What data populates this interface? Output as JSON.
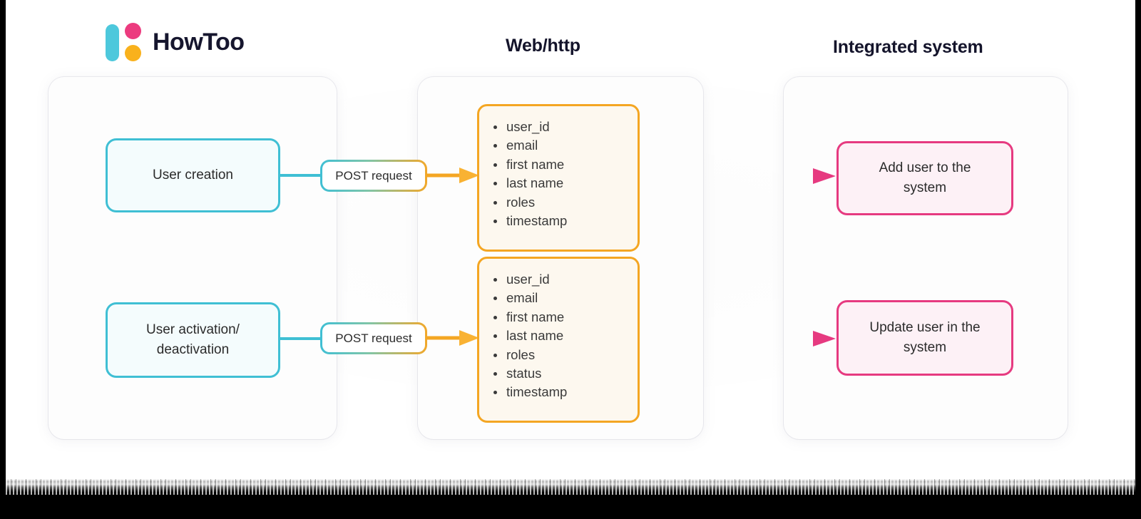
{
  "brand": {
    "name": "HowToo",
    "mark": {
      "pill_color": "#4DC8DC",
      "dot_top_color": "#EC3B7F",
      "dot_bottom_color": "#F9B11C"
    }
  },
  "columns": [
    {
      "id": "source",
      "title": ""
    },
    {
      "id": "web",
      "title": "Web/http"
    },
    {
      "id": "integrated",
      "title": "Integrated system"
    }
  ],
  "palette": {
    "teal": "#3FBFD4",
    "teal_fill": "#F4FCFD",
    "orange": "#F4A623",
    "orange_fill": "#FDF8EF",
    "pink": "#E63A80",
    "pink_fill": "#FDF1F6",
    "text": "#2b2b2b",
    "panel": "#fdfdfd"
  },
  "flows": [
    {
      "id": "user-creation",
      "source": {
        "label": "User creation"
      },
      "request": {
        "label": "POST request",
        "method": "POST"
      },
      "payload": {
        "fields": [
          "user_id",
          "email",
          "first name",
          "last name",
          "roles",
          "timestamp"
        ]
      },
      "target": {
        "label": "Add user to the\nsystem",
        "line1": "Add user to the",
        "line2": "system"
      }
    },
    {
      "id": "user-activation",
      "source": {
        "label": "User activation/\ndeactivation",
        "line1": "User activation/",
        "line2": "deactivation"
      },
      "request": {
        "label": "POST request",
        "method": "POST"
      },
      "payload": {
        "fields": [
          "user_id",
          "email",
          "first name",
          "last name",
          "roles",
          "status",
          "timestamp"
        ]
      },
      "target": {
        "label": "Update user in the\nsystem",
        "line1": "Update user in the",
        "line2": "system"
      }
    }
  ]
}
